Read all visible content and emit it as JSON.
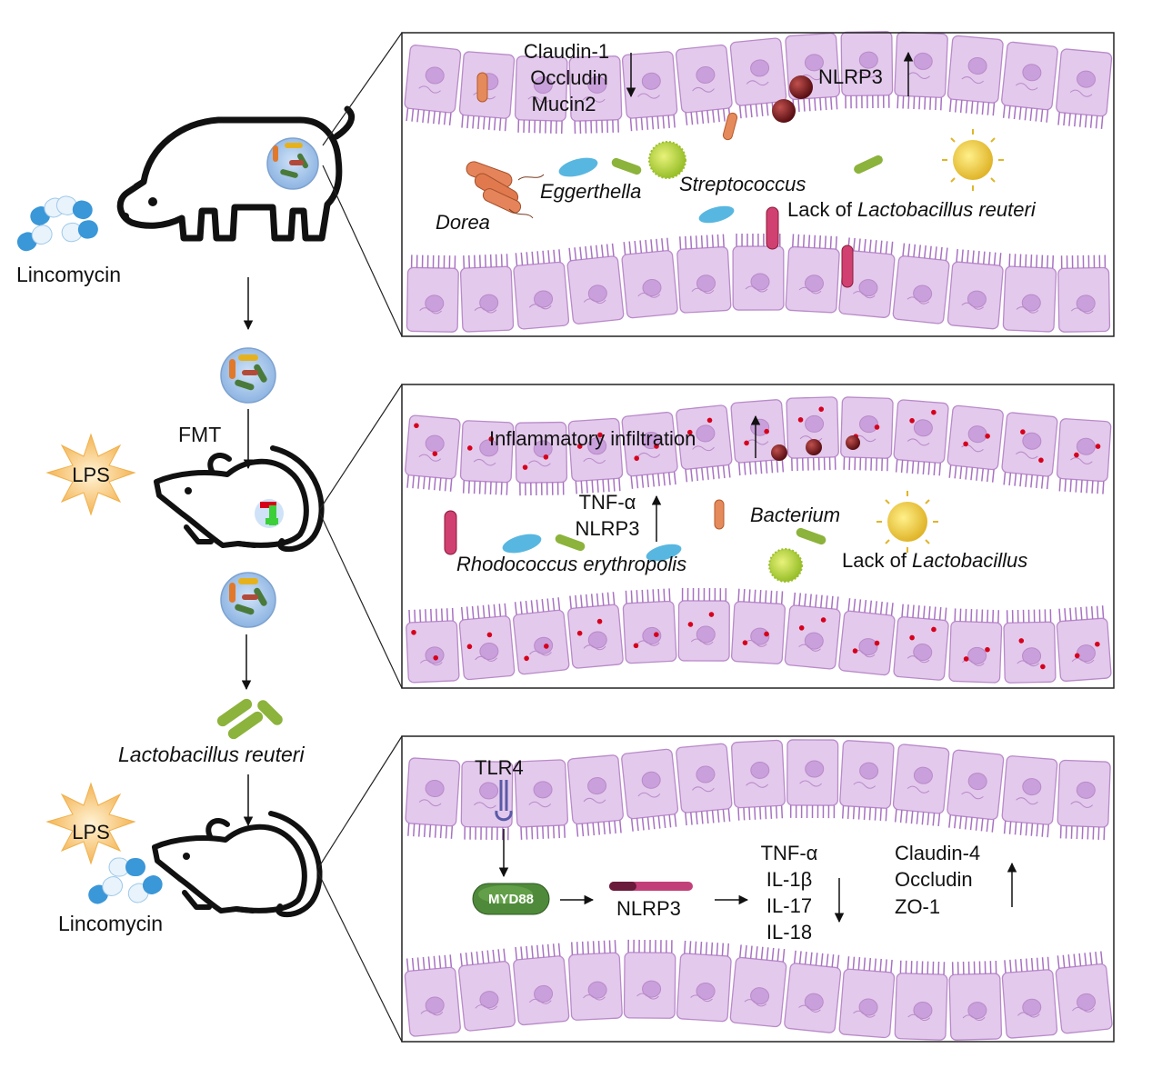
{
  "left": {
    "antibiotic_1": "Lincomycin",
    "fmt": "FMT",
    "lps_1": "LPS",
    "probiotic": "Lactobacillus reuteri",
    "lps_2": "LPS",
    "antibiotic_2": "Lincomycin"
  },
  "panel1": {
    "markers_down": [
      "Claudin-1",
      "Occludin",
      "Mucin2"
    ],
    "nlrp3": "NLRP3",
    "bacteria": {
      "dorea": "Dorea",
      "eggerthella": "Eggerthella",
      "streptococcus": "Streptococcus",
      "lack_prefix": "Lack of ",
      "lack_species": "Lactobacillus reuteri"
    }
  },
  "panel2": {
    "infiltration": "Inflammatory infiltration",
    "cytokines_up": [
      "TNF-α",
      "NLRP3"
    ],
    "bacterium": "Bacterium",
    "rhodococcus": "Rhodococcus erythropolis",
    "lack_prefix": "Lack of ",
    "lack_species": "Lactobacillus"
  },
  "panel3": {
    "tlr4": "TLR4",
    "myd88": "MYD88",
    "nlrp3": "NLRP3",
    "cytokines_down": [
      "TNF-α",
      "IL-1β",
      "IL-17",
      "IL-18"
    ],
    "junctions_up": [
      "Claudin-4",
      "Occludin",
      "ZO-1"
    ]
  },
  "colors": {
    "cell_fill": "#e3c9ec",
    "cell_stroke": "#b98ac9",
    "villi": "#a872c2",
    "nucleus": "#c9a0db",
    "blood": "#d6001c",
    "capsule_blue": "#3a97d8",
    "lps_orange": "#f6c36b",
    "lacto_green": "#8cb33b",
    "myd88_green": "#4f8a3a"
  }
}
